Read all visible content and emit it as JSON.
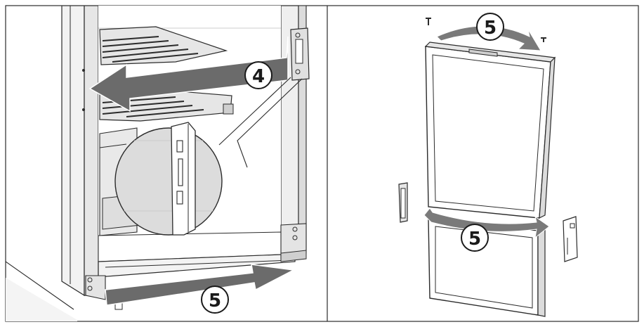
{
  "panels": {
    "left": {
      "steps": {
        "slide_out": "4",
        "remove_strip": "5"
      }
    },
    "right": {
      "steps": {
        "remove_top_cover": "5",
        "remove_middle_covers": "5"
      }
    }
  },
  "colors": {
    "outline": "#2b2b2b",
    "arrow": "#6b6b6b",
    "arrow_light": "#9a9a9a",
    "frame_fill": "#eeeeee",
    "shelf_fill": "#e2e2e2",
    "callout_fill": "#dcdcdc",
    "background": "#ffffff"
  },
  "icons": {
    "step_marker": "circled-number-icon",
    "direction": "arrow-icon",
    "screw": "screw-icon"
  }
}
